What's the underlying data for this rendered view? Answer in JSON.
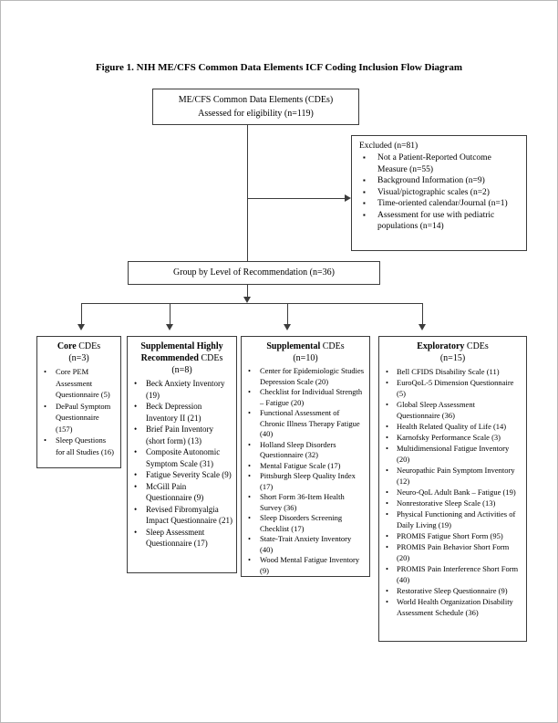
{
  "page": {
    "title": "Figure 1. NIH ME/CFS Common Data Elements ICF Coding Inclusion Flow Diagram"
  },
  "top_box": {
    "line1": "ME/CFS Common Data Elements (CDEs)",
    "line2": "Assessed for eligibility (n=119)"
  },
  "excluded_box": {
    "header": "Excluded (n=81)",
    "items": [
      "Not a Patient-Reported Outcome Measure (n=55)",
      "Background Information (n=9)",
      "Visual/pictographic scales (n=2)",
      "Time-oriented calendar/Journal (n=1)",
      "Assessment for use with pediatric populations (n=14)"
    ]
  },
  "group_box": {
    "label": "Group by Level of Recommendation (n=36)"
  },
  "categories": [
    {
      "name_bold": "Core",
      "name_rest": " CDEs",
      "count": "(n=3)",
      "items": [
        "Core PEM Assessment Questionnaire (5)",
        "DePaul Symptom Questionnaire (157)",
        "Sleep Questions for all Studies (16)"
      ]
    },
    {
      "name_bold": "Supplemental Highly Recommended",
      "name_rest": " CDEs",
      "count": "(n=8)",
      "items": [
        "Beck Anxiety Inventory (19)",
        "Beck Depression Inventory II (21)",
        "Brief Pain Inventory (short form) (13)",
        "Composite Autonomic Symptom Scale (31)",
        "Fatigue Severity Scale (9)",
        "McGill Pain Questionnaire (9)",
        "Revised Fibromyalgia Impact Questionnaire (21)",
        "Sleep Assessment Questionnaire (17)"
      ]
    },
    {
      "name_bold": "Supplemental",
      "name_rest": " CDEs",
      "count": "(n=10)",
      "items": [
        "Center for Epidemiologic Studies Depression Scale (20)",
        "Checklist for Individual Strength – Fatigue (20)",
        "Functional Assessment of Chronic Illness Therapy Fatigue (40)",
        "Holland Sleep Disorders Questionnaire (32)",
        "Mental Fatigue Scale (17)",
        "Pittsburgh Sleep Quality Index (17)",
        "Short Form 36-Item Health Survey (36)",
        "Sleep Disorders Screening Checklist (17)",
        "State-Trait Anxiety Inventory (40)",
        "Wood Mental Fatigue Inventory (9)"
      ]
    },
    {
      "name_bold": "Exploratory",
      "name_rest": " CDEs",
      "count": "(n=15)",
      "items": [
        "Bell CFIDS Disability Scale (11)",
        "EuroQoL-5 Dimension Questionnaire (5)",
        "Global Sleep Assessment Questionnaire (36)",
        "Health Related Quality of Life (14)",
        "Karnofsky Performance Scale (3)",
        "Multidimensional Fatigue Inventory (20)",
        "Neuropathic Pain Symptom Inventory (12)",
        "Neuro-QoL Adult Bank – Fatigue (19)",
        "Nonrestorative Sleep Scale (13)",
        "Physical Functioning and Activities of Daily Living (19)",
        "PROMIS Fatigue Short Form (95)",
        "PROMIS Pain Behavior Short Form (20)",
        "PROMIS Pain Interference Short Form (40)",
        "Restorative Sleep Questionnaire (9)",
        "World Health Organization Disability Assessment Schedule (36)"
      ]
    }
  ],
  "colors": {
    "text": "#000000",
    "line": "#3c3c3c",
    "page_background": "#ffffff"
  }
}
